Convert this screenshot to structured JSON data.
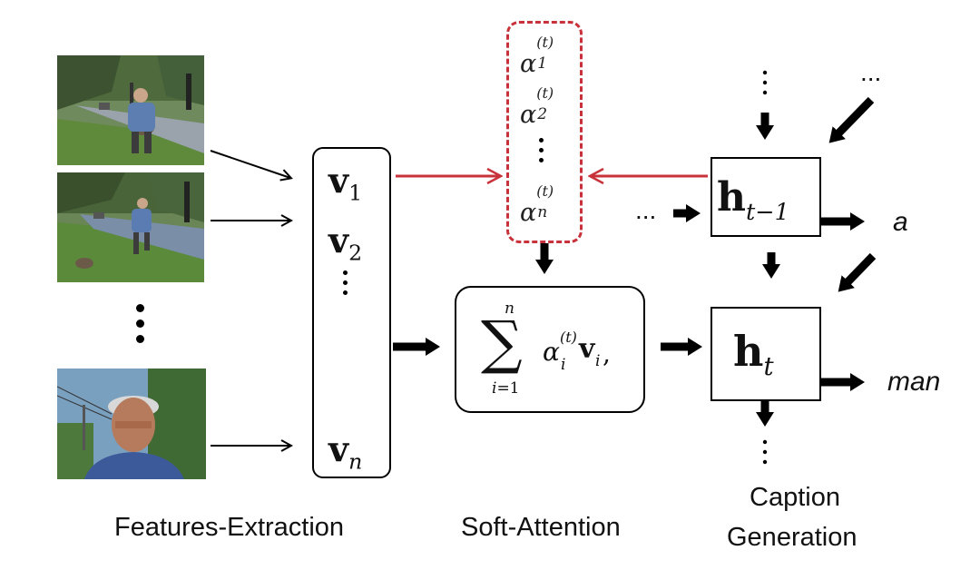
{
  "features_extraction": {
    "label": "Features-Extraction",
    "frames": [
      {
        "content": "video-frame-road-runner"
      },
      {
        "content": "video-frame-road-runner-later"
      },
      {
        "content": "video-frame-man-face"
      }
    ],
    "vector_entries": [
      "v1",
      "v2",
      "vn"
    ]
  },
  "soft_attention": {
    "label": "Soft-Attention",
    "weights": [
      "α1(t)",
      "α2(t)",
      "αn(t)"
    ],
    "sum_formula": "Σ i=1..n αi(t) vi,"
  },
  "caption_generation": {
    "label_line1": "Caption",
    "label_line2": "Generation",
    "hidden_prev": "ht−1",
    "hidden_curr": "ht",
    "words": [
      "a",
      "man"
    ]
  },
  "ellipsis": "...",
  "colors": {
    "attention_red": "#c8323a",
    "ink": "#000000"
  }
}
